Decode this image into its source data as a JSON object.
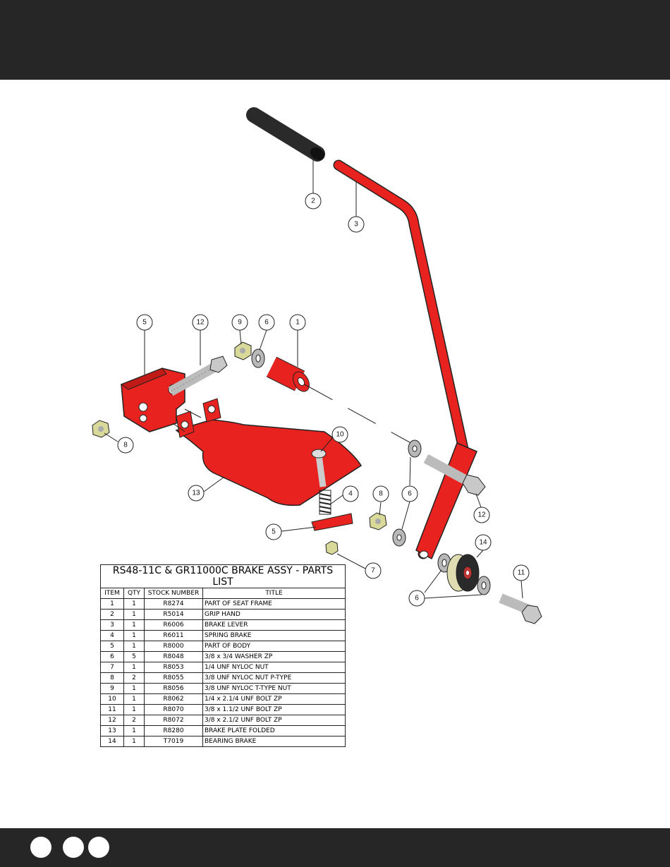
{
  "parts_list": {
    "title": "RS48-11C & GR11000C BRAKE ASSY - PARTS LIST",
    "headers": [
      "ITEM",
      "QTY",
      "STOCK NUMBER",
      "TITLE"
    ],
    "rows": [
      [
        "1",
        "1",
        "R8274",
        "PART OF SEAT FRAME"
      ],
      [
        "2",
        "1",
        "R5014",
        "GRIP HAND"
      ],
      [
        "3",
        "1",
        "R6006",
        "BRAKE LEVER"
      ],
      [
        "4",
        "1",
        "R6011",
        "SPRING BRAKE"
      ],
      [
        "5",
        "1",
        "R8000",
        "PART OF BODY"
      ],
      [
        "6",
        "5",
        "R8048",
        "3/8 x 3/4 WASHER ZP"
      ],
      [
        "7",
        "1",
        "R8053",
        "1/4 UNF NYLOC NUT"
      ],
      [
        "8",
        "2",
        "R8055",
        "3/8 UNF NYLOC NUT P-TYPE"
      ],
      [
        "9",
        "1",
        "R8056",
        "3/8 UNF NYLOC T-TYPE NUT"
      ],
      [
        "10",
        "1",
        "R8062",
        "1/4 x 2.1/4 UNF BOLT ZP"
      ],
      [
        "11",
        "1",
        "R8070",
        "3/8 x 1.1/2  UNF BOLT ZP"
      ],
      [
        "12",
        "2",
        "R8072",
        "3/8 x 2.1/2  UNF BOLT ZP"
      ],
      [
        "13",
        "1",
        "R8280",
        "BRAKE PLATE FOLDED"
      ],
      [
        "14",
        "1",
        "T7019",
        "BEARING BRAKE"
      ]
    ]
  },
  "callouts": {
    "c2": "2",
    "c3": "3",
    "c5a": "5",
    "c12a": "12",
    "c9": "9",
    "c6a": "6",
    "c1": "1",
    "c8a": "8",
    "c10": "10",
    "c13": "13",
    "c4": "4",
    "c8b": "8",
    "c6b": "6",
    "c12b": "12",
    "c5b": "5",
    "c7": "7",
    "c14": "14",
    "c11": "11",
    "c6c": "6"
  },
  "colors": {
    "part_red": "#e8231f",
    "grip_black": "#2a2a2a",
    "nut_yellow": "#d9d99a",
    "washer_grey": "#b8b8b8",
    "band_dark": "#262626"
  }
}
